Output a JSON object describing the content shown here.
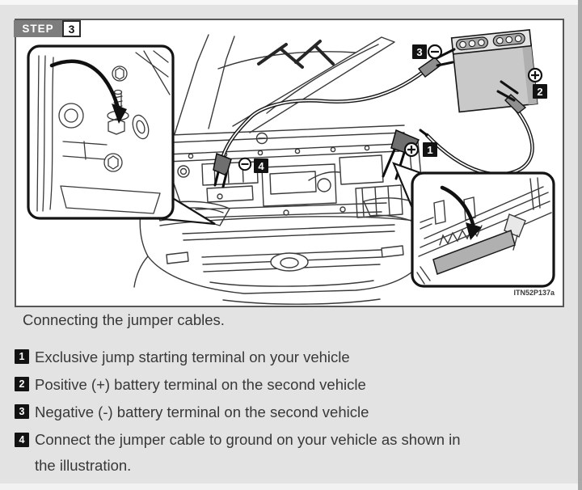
{
  "step": {
    "label": "STEP",
    "number": "3"
  },
  "illustration": {
    "image_code": "ITN52P137a",
    "markers": [
      {
        "num": "1",
        "polarity": "plus"
      },
      {
        "num": "2",
        "polarity": "plus"
      },
      {
        "num": "3",
        "polarity": "minus"
      },
      {
        "num": "4",
        "polarity": "minus"
      }
    ]
  },
  "caption": "Connecting the jumper cables.",
  "legend": {
    "items": [
      {
        "num": "1",
        "lines": [
          "Exclusive jump starting terminal on your vehicle"
        ]
      },
      {
        "num": "2",
        "lines": [
          "Positive (+) battery terminal on the second vehicle"
        ]
      },
      {
        "num": "3",
        "lines": [
          "Negative (-) battery terminal on the second vehicle"
        ]
      },
      {
        "num": "4",
        "lines": [
          "Connect the jumper cable to ground on your vehicle as shown in",
          "the illustration."
        ]
      }
    ]
  }
}
